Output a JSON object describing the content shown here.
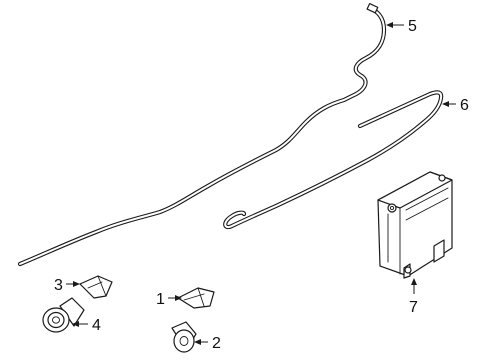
{
  "diagram": {
    "callouts": [
      {
        "id": "1",
        "label": "1"
      },
      {
        "id": "2",
        "label": "2"
      },
      {
        "id": "3",
        "label": "3"
      },
      {
        "id": "4",
        "label": "4"
      },
      {
        "id": "5",
        "label": "5"
      },
      {
        "id": "6",
        "label": "6"
      },
      {
        "id": "7",
        "label": "7"
      }
    ],
    "colors": {
      "stroke": "#1a1a1a",
      "background": "#ffffff"
    }
  }
}
